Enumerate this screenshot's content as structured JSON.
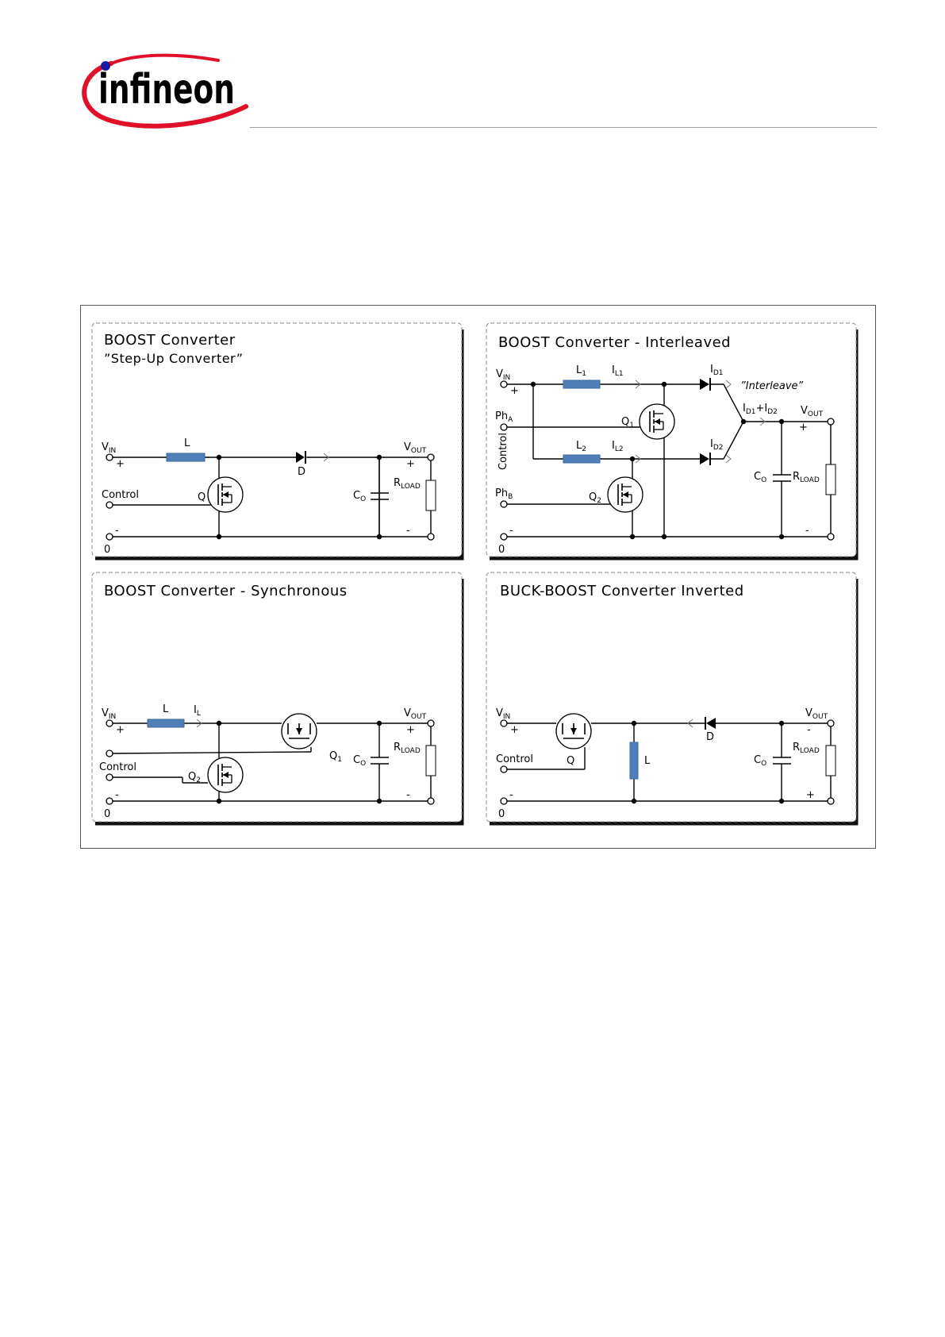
{
  "logo": {
    "text": "infineon",
    "brand_color": "#1a1aa0",
    "swoosh_color": "#e0102b"
  },
  "panels": {
    "boost": {
      "title": "BOOST Converter",
      "subtitle": "”Step-Up Converter”",
      "vin": "V",
      "vin_sub": "IN",
      "vout": "V",
      "vout_sub": "OUT",
      "inductor": "L",
      "diode": "D",
      "switch": "Q",
      "cap": "C",
      "cap_sub": "O",
      "load": "R",
      "load_sub": "LOAD",
      "control": "Control",
      "plus": "+",
      "minus": "-",
      "ground": "0"
    },
    "interleaved": {
      "title": "BOOST Converter - Interleaved",
      "vin": "V",
      "vin_sub": "IN",
      "vout": "V",
      "vout_sub": "OUT",
      "l1": "L",
      "l1_sub": "1",
      "l2": "L",
      "l2_sub": "2",
      "il1": "I",
      "il1_sub": "L1",
      "il2": "I",
      "il2_sub": "L2",
      "id1": "I",
      "id1_sub": "D1",
      "id2": "I",
      "id2_sub": "D2",
      "sum_a": "I",
      "sum_a_sub": "D1",
      "sum_plus": "+",
      "sum_b": "I",
      "sum_b_sub": "D2",
      "note": "”Interleave”",
      "pha": "Ph",
      "pha_sub": "A",
      "phb": "Ph",
      "phb_sub": "B",
      "q1": "Q",
      "q1_sub": "1",
      "q2": "Q",
      "q2_sub": "2",
      "control": "Control",
      "cap": "C",
      "cap_sub": "O",
      "load": "R",
      "load_sub": "LOAD",
      "plus": "+",
      "minus": "-",
      "ground": "0"
    },
    "sync": {
      "title": "BOOST Converter - Synchronous",
      "vin": "V",
      "vin_sub": "IN",
      "vout": "V",
      "vout_sub": "OUT",
      "inductor": "L",
      "il": "I",
      "il_sub": "L",
      "q1": "Q",
      "q1_sub": "1",
      "q2": "Q",
      "q2_sub": "2",
      "control": "Control",
      "cap": "C",
      "cap_sub": "O",
      "load": "R",
      "load_sub": "LOAD",
      "plus": "+",
      "minus": "-",
      "ground": "0"
    },
    "buckboost": {
      "title": "BUCK-BOOST Converter Inverted",
      "vin": "V",
      "vin_sub": "IN",
      "vout": "V",
      "vout_sub": "OUT",
      "inductor": "L",
      "diode": "D",
      "switch": "Q",
      "control": "Control",
      "cap": "C",
      "cap_sub": "O",
      "load": "R",
      "load_sub": "LOAD",
      "plus": "+",
      "minus": "-",
      "ground": "0"
    }
  }
}
